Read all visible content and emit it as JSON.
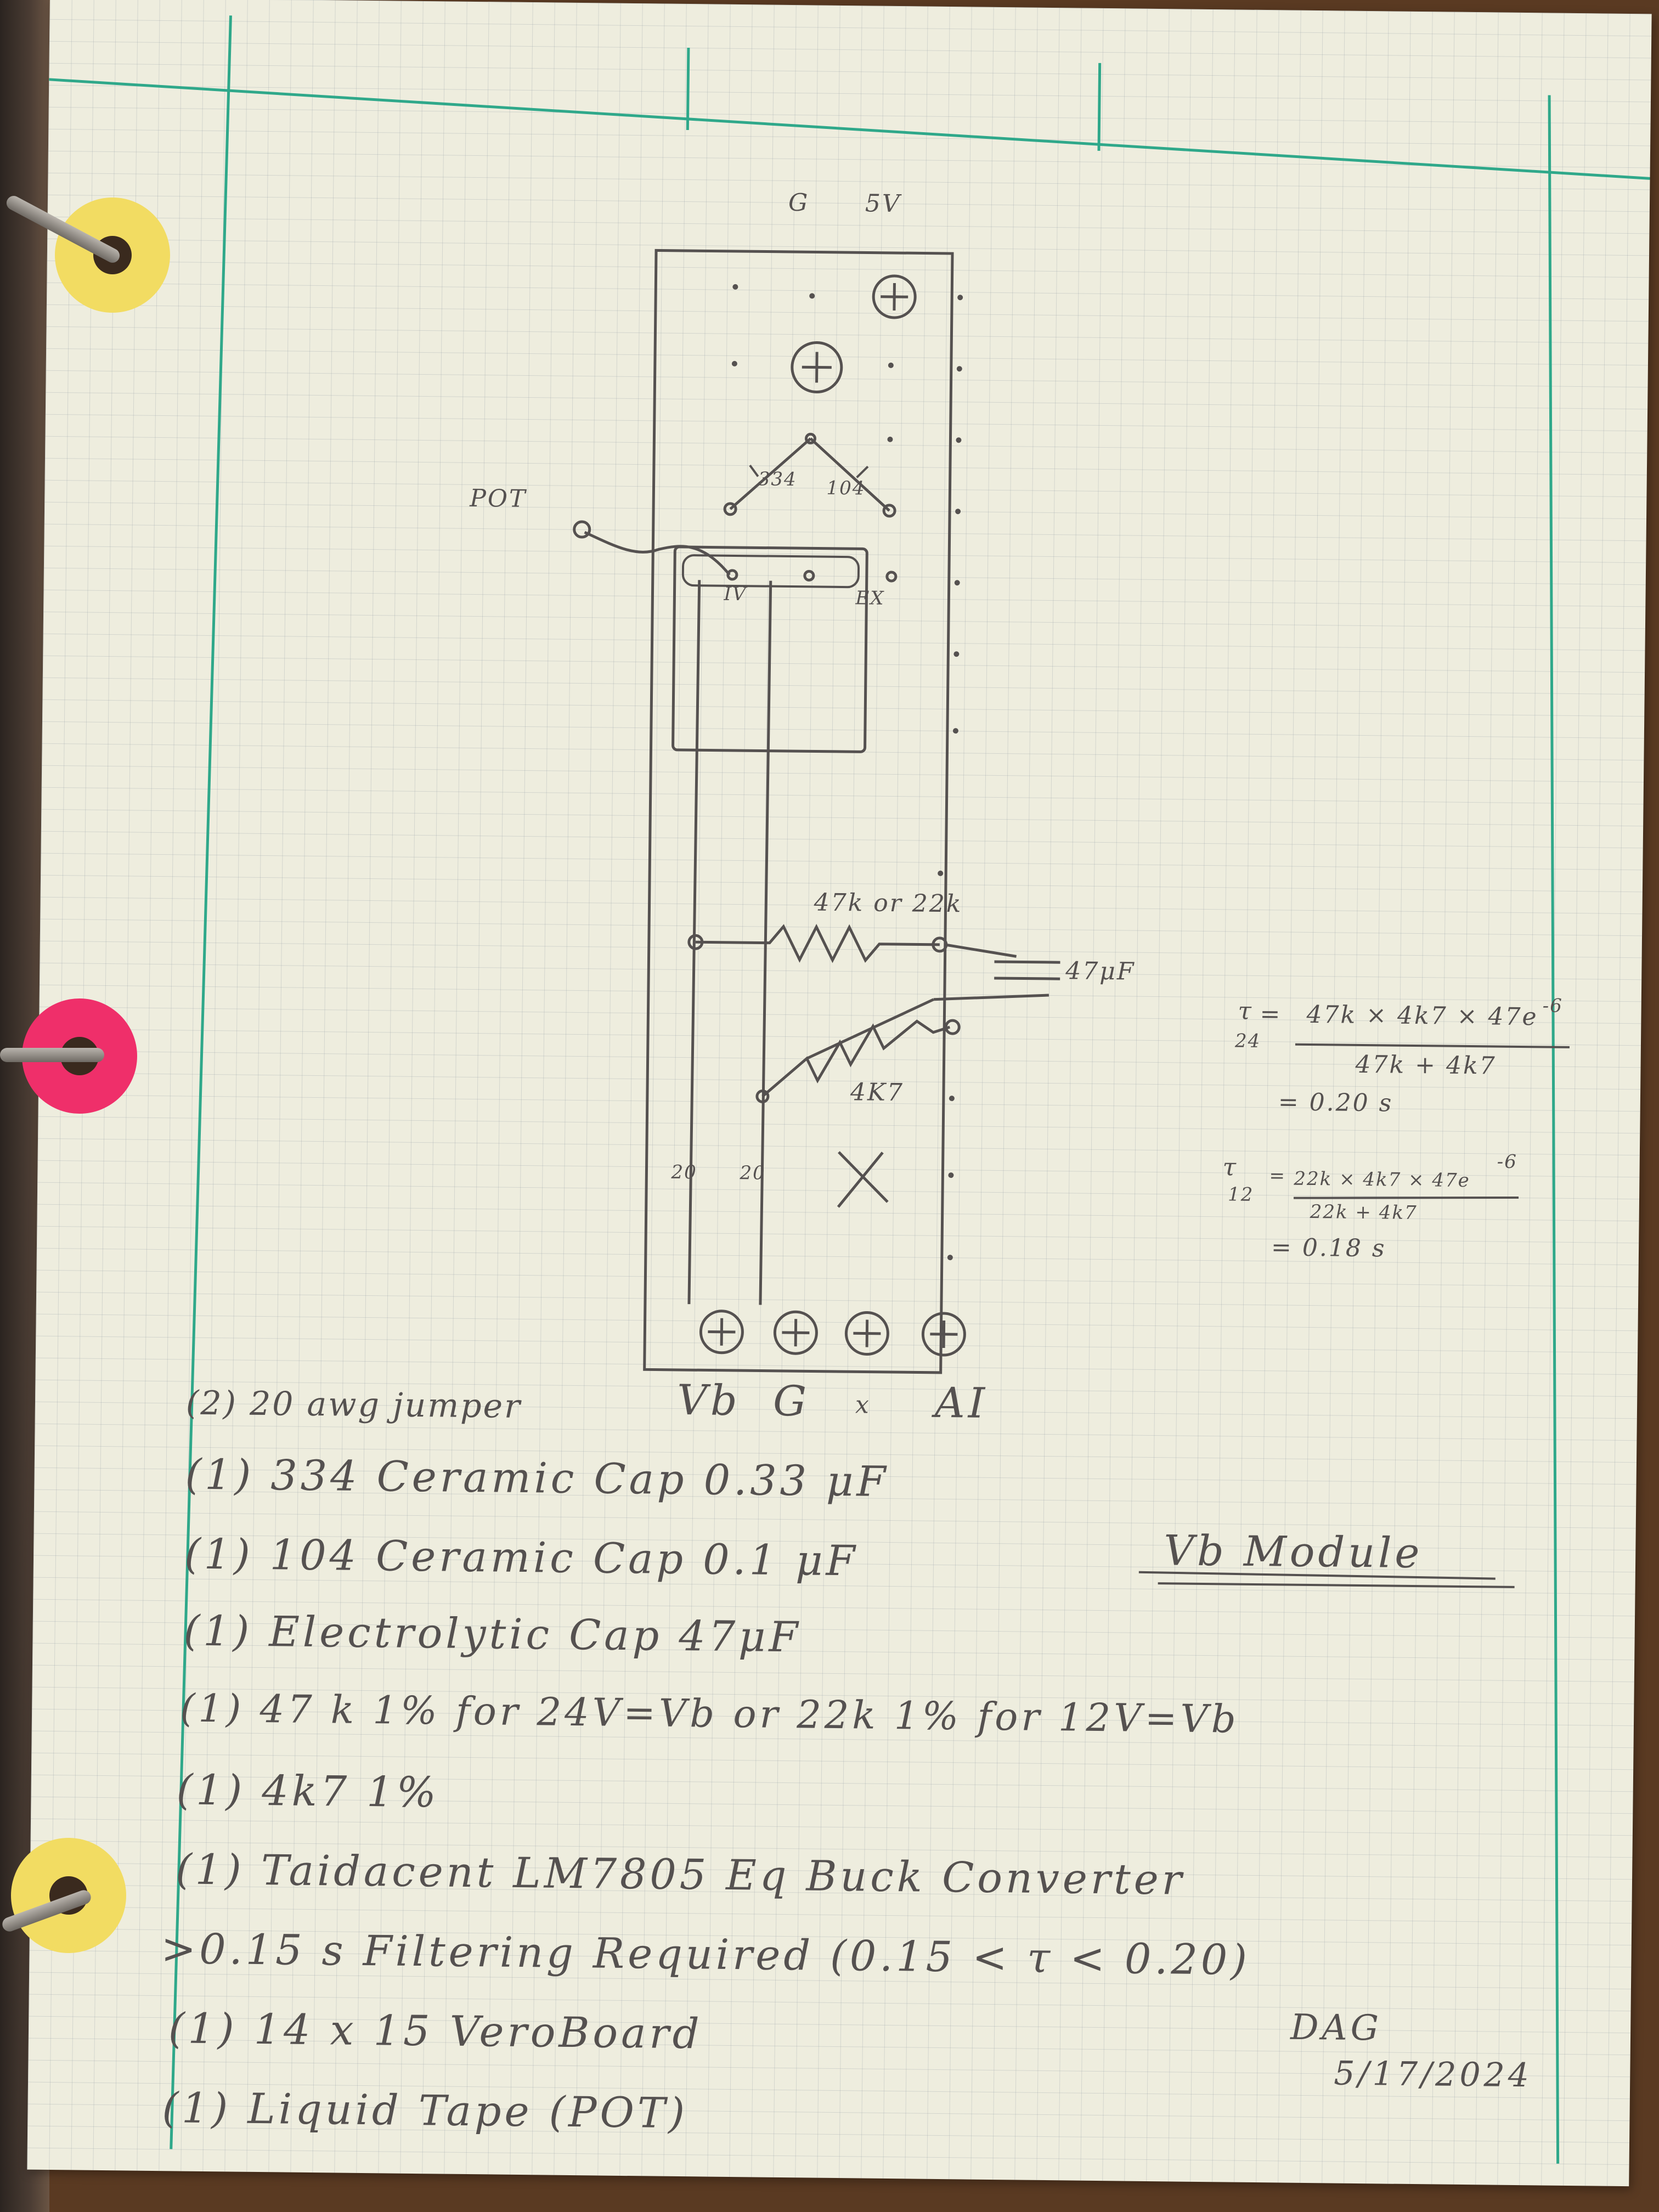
{
  "colors": {
    "paper": "#eeedde",
    "grid": "#8c96a0",
    "margin_line": "#2fa88a",
    "pencil": "#555150",
    "yellow_reinforcer": "#f2dc62",
    "pink_reinforcer": "#ef2f6a"
  },
  "icons": [
    "binder-ring-icon",
    "hole-reinforcer-icon",
    "screw-terminal-icon",
    "resistor-icon",
    "capacitor-icon"
  ],
  "diagram": {
    "top_terminals": {
      "g": "G",
      "v5": "5V"
    },
    "pot_label": "POT",
    "pot_pins": {
      "inv": "IV",
      "ex": "EX"
    },
    "cap_334": "334",
    "cap_104": "104",
    "resistor_main": "47k or 22k",
    "electrolytic": "47μF",
    "resistor_4k7": "4K7",
    "wire_gauge_left": "20",
    "wire_gauge_right": "20",
    "bottom_terminals": {
      "vb": "Vb",
      "g": "G",
      "x": "x",
      "ai": "AI"
    }
  },
  "equations": {
    "eq24": {
      "lhs": "τ",
      "sub": "24",
      "numerator": "47k × 4k7 × 47e",
      "exp": "-6",
      "denominator": "47k + 4k7",
      "result": "= 0.20 s"
    },
    "eq12": {
      "lhs": "τ",
      "sub": "12",
      "numerator": "22k × 4k7 × 47e",
      "exp": "-6",
      "denominator": "22k + 4k7",
      "result": "= 0.18 s"
    }
  },
  "module_title": "Vb Module",
  "parts": [
    "(2) 20 awg jumper",
    "(1) 334 Ceramic Cap 0.33 μF",
    "(1) 104 Ceramic Cap 0.1 μF",
    "(1) Electrolytic Cap 47μF",
    "(1) 47 k 1% for 24V=Vb or 22k 1% for 12V=Vb",
    "(1) 4k7 1%",
    "(1) Taidacent LM7805 Eq Buck Converter",
    ">0.15 s Filtering Required (0.15 < τ < 0.20)",
    "(1) 14 x 15 VeroBoard",
    "(1) Liquid Tape (POT)"
  ],
  "signature": {
    "initials": "DAG",
    "date": "5/17/2024"
  }
}
